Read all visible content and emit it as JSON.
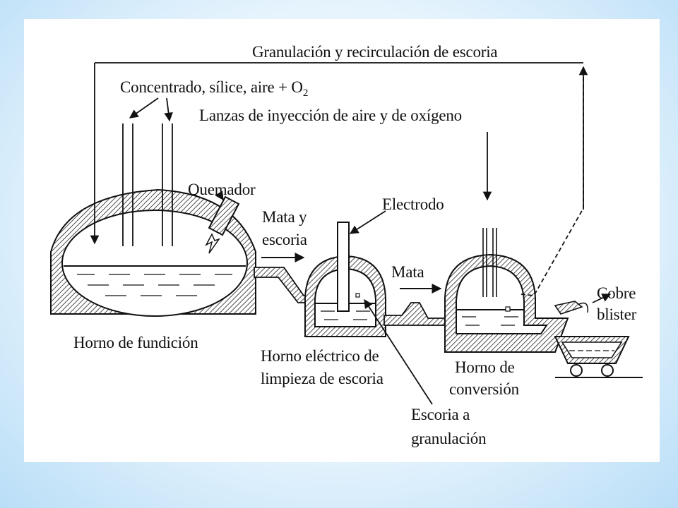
{
  "diagram": {
    "labels": {
      "slag_recirculation": "Granulación y recirculación de escoria",
      "feed": "Concentrado, sílice, aire + O",
      "feed_subscript": "2",
      "lances": "Lanzas de inyección de aire y de oxígeno",
      "burner": "Quemador",
      "electrode": "Electrodo",
      "matte_and_slag_line1": "Mata y",
      "matte_and_slag_line2": "escoria",
      "matte": "Mata",
      "blister_line1": "Cobre",
      "blister_line2": "blister",
      "smelting_furnace": "Horno de fundición",
      "cleaning_furnace_line1": "Horno eléctrico de",
      "cleaning_furnace_line2": "limpieza de escoria",
      "converting_furnace_line1": "Horno de",
      "converting_furnace_line2": "conversión",
      "slag_to_granulation_line1": "Escoria a",
      "slag_to_granulation_line2": "granulación"
    }
  }
}
